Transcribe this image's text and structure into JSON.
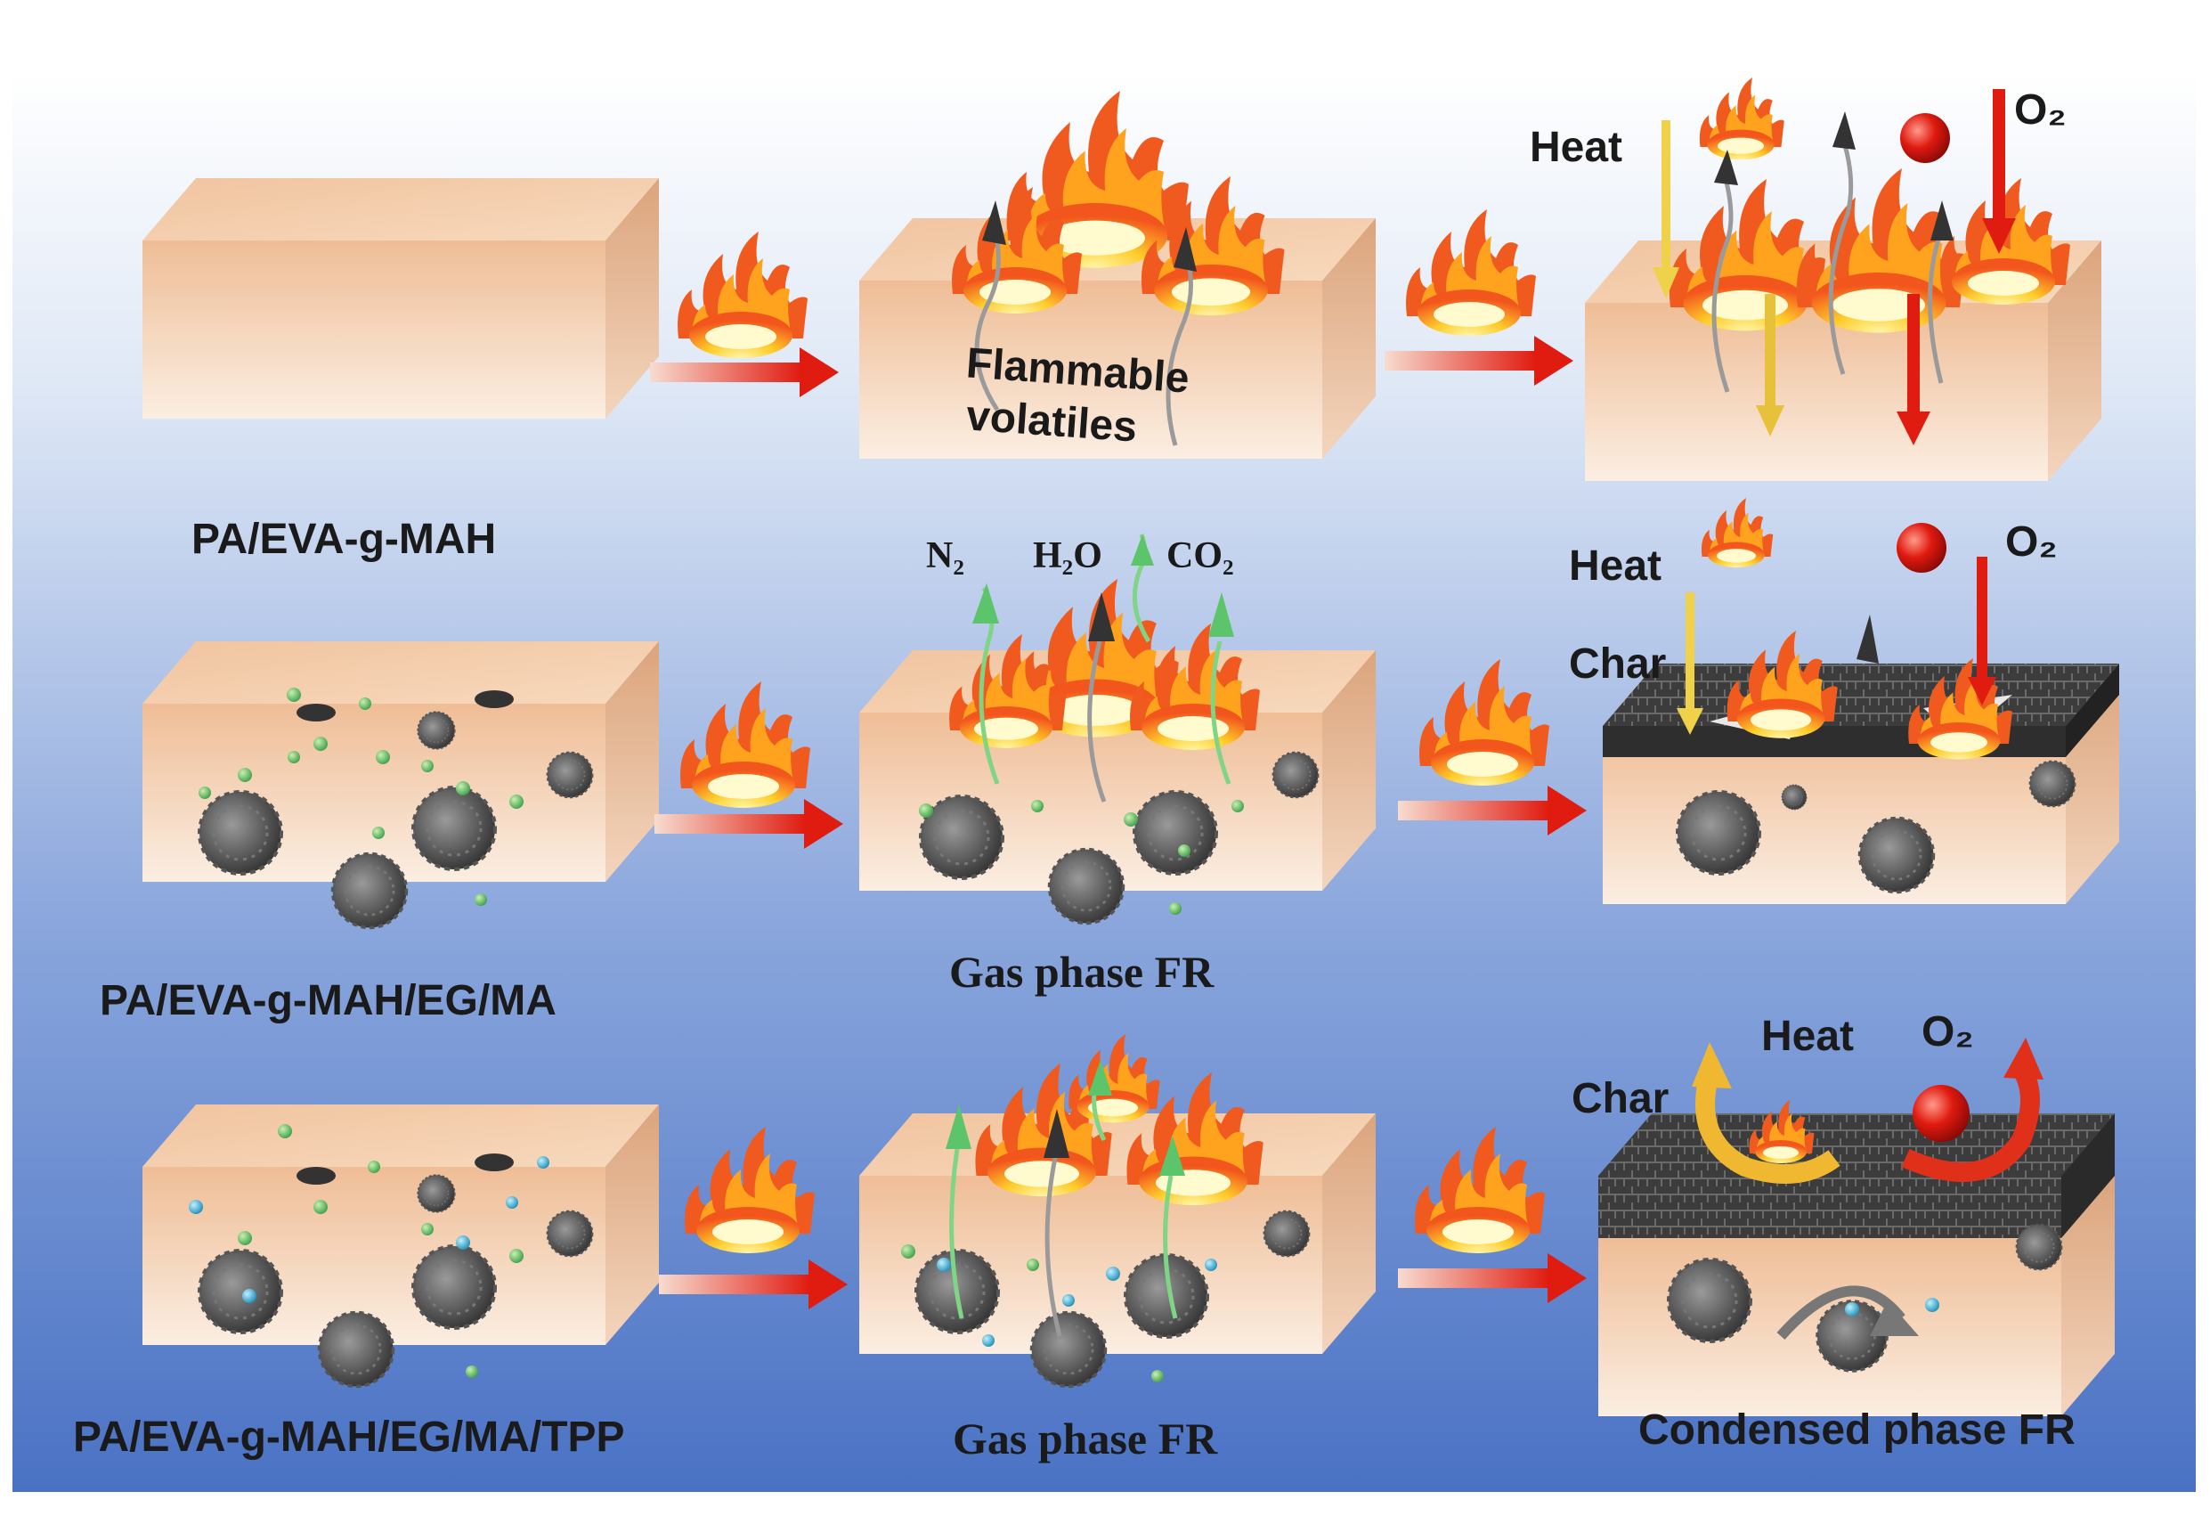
{
  "rows": [
    {
      "sample": "PA/EVA-g-MAH",
      "middle_note_line1": "Flammable",
      "middle_note_line2": "volatiles",
      "right_labels": {
        "heat": "Heat",
        "oxygen": "O₂"
      }
    },
    {
      "sample": "PA/EVA-g-MAH/EG/MA",
      "gases": [
        "N₂",
        "H₂O",
        "CO₂"
      ],
      "middle_caption": "Gas phase FR",
      "right_labels": {
        "heat": "Heat",
        "char": "Char",
        "oxygen": "O₂"
      }
    },
    {
      "sample": "PA/EVA-g-MAH/EG/MA/TPP",
      "middle_caption": "Gas phase FR",
      "right_labels": {
        "heat": "Heat",
        "char": "Char",
        "oxygen": "O₂"
      },
      "right_caption": "Condensed phase FR"
    }
  ],
  "colors": {
    "background_top": "#ffffff",
    "background_bottom": "#4a72c4",
    "block_face": "#f3c9a4",
    "arrow_red": "#e52318",
    "heat_arrow": "#f0d24a",
    "char": "#3a3a3a",
    "gas_green": "#5cc46a"
  }
}
